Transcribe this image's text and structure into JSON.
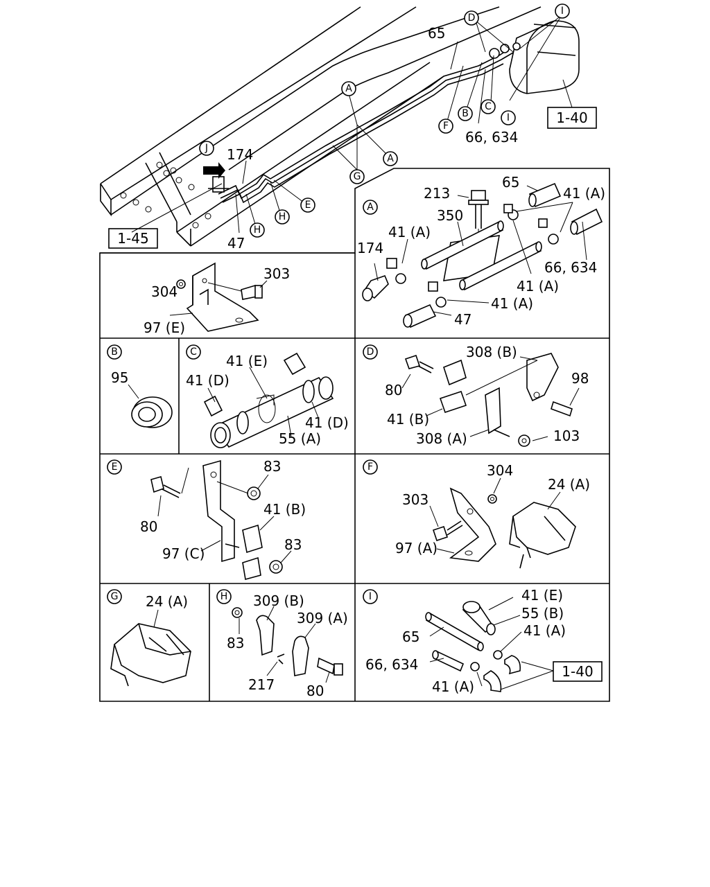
{
  "overview": {
    "refs": {
      "r140": "1-40",
      "r145": "1-45"
    },
    "letters": {
      "A1": "A",
      "A2": "A",
      "D": "D",
      "I1": "I",
      "I2": "I",
      "B": "B",
      "C": "C",
      "F": "F",
      "G": "G",
      "J": "J",
      "H1": "H",
      "H2": "H",
      "E": "E"
    },
    "labels": {
      "l65": "65",
      "l66": "66, 634",
      "l174": "174",
      "l47": "47"
    }
  },
  "panels": {
    "A": {
      "letter": "A",
      "labels": {
        "l213": "213",
        "l65": "65",
        "l41a1": "41 (A)",
        "l350": "350",
        "l41a2": "41 (A)",
        "l174": "174",
        "l66": "66, 634",
        "l41a3": "41 (A)",
        "l41a4": "41 (A)",
        "l47": "47"
      }
    },
    "E97": {
      "labels": {
        "l304": "304",
        "l303": "303",
        "l97e": "97 (E)"
      }
    },
    "B": {
      "letter": "B",
      "labels": {
        "l95": "95"
      }
    },
    "C": {
      "letter": "C",
      "labels": {
        "l41e": "41 (E)",
        "l41d1": "41 (D)",
        "l41d2": "41 (D)",
        "l55a": "55 (A)"
      }
    },
    "D": {
      "letter": "D",
      "labels": {
        "l308b": "308 (B)",
        "l80": "80",
        "l98": "98",
        "l41b": "41 (B)",
        "l308a": "308 (A)",
        "l103": "103"
      }
    },
    "E": {
      "letter": "E",
      "labels": {
        "l83a": "83",
        "l41b": "41 (B)",
        "l80": "80",
        "l97c": "97 (C)",
        "l83b": "83"
      }
    },
    "F": {
      "letter": "F",
      "labels": {
        "l304": "304",
        "l24a": "24 (A)",
        "l303": "303",
        "l97a": "97 (A)"
      }
    },
    "G": {
      "letter": "G",
      "labels": {
        "l24a": "24 (A)"
      }
    },
    "H": {
      "letter": "H",
      "labels": {
        "l309b": "309 (B)",
        "l309a": "309 (A)",
        "l83": "83",
        "l217": "217",
        "l80": "80"
      }
    },
    "I": {
      "letter": "I",
      "labels": {
        "l41e": "41 (E)",
        "l55b": "55 (B)",
        "l65": "65",
        "l41a1": "41 (A)",
        "l66": "66, 634",
        "l41a2": "41 (A)",
        "ref": "1-40"
      }
    }
  }
}
